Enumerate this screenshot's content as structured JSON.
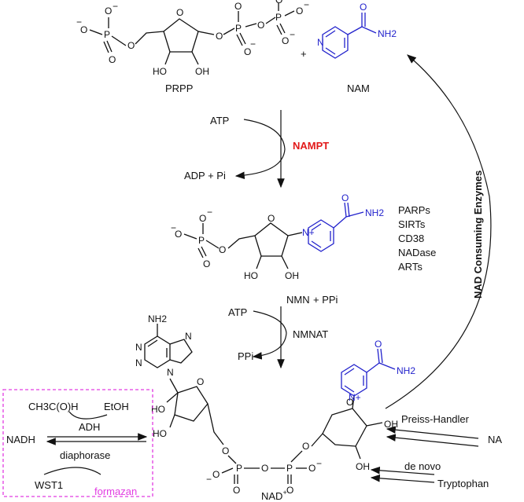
{
  "molecules": {
    "prpp": {
      "name": "PRPP"
    },
    "nam": {
      "name": "NAM"
    },
    "nmn": {
      "name": "NMN"
    },
    "nad": {
      "name": "NAD",
      "superscript": "+"
    }
  },
  "step1": {
    "cofactor_in": "ATP",
    "enzyme": "NAMPT",
    "products": "ADP + Pi",
    "plus": "+"
  },
  "step2": {
    "cofactor_in": "ATP",
    "coproduct": "+ PPi",
    "enzyme": "NMNAT",
    "byproduct": "PPi"
  },
  "consumers": {
    "title": "NAD Consuming Enzymes",
    "items": [
      "PARPs",
      "SIRTs",
      "CD38",
      "NADase",
      "ARTs"
    ]
  },
  "routes": {
    "preiss_handler": "Preiss-Handler",
    "na": "NA",
    "de_novo": "de novo",
    "tryptophan": "Tryptophan"
  },
  "assay": {
    "acetaldehyde": "CH3C(O)H",
    "ethanol": "EtOH",
    "enzyme1": "ADH",
    "nadh": "NADH",
    "enzyme2": "diaphorase",
    "wst1": "WST1",
    "formazan": "formazan"
  },
  "atoms": {
    "o": "O",
    "oh": "OH",
    "ho": "HO",
    "p": "P",
    "n": "N",
    "nplus": "N+",
    "nh2": "NH2",
    "minus": "−"
  },
  "colors": {
    "enzyme_red": "#e21a1a",
    "nicotinamide_blue": "#2222cc",
    "assay_magenta": "#e23ce2"
  }
}
